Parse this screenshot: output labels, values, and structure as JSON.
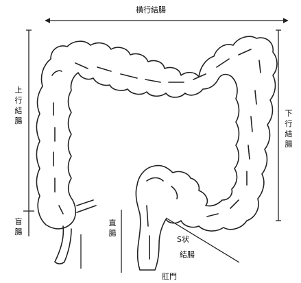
{
  "labels": {
    "transverse": "横行結腸",
    "ascending": "上行結腸",
    "descending": "下行結腸",
    "cecum": "盲腸",
    "rectum": "直腸",
    "sigmoid_line1": "S状",
    "sigmoid_line2": "結腸",
    "anus": "肛門"
  },
  "colors": {
    "stroke": "#222222",
    "text": "#111111"
  }
}
